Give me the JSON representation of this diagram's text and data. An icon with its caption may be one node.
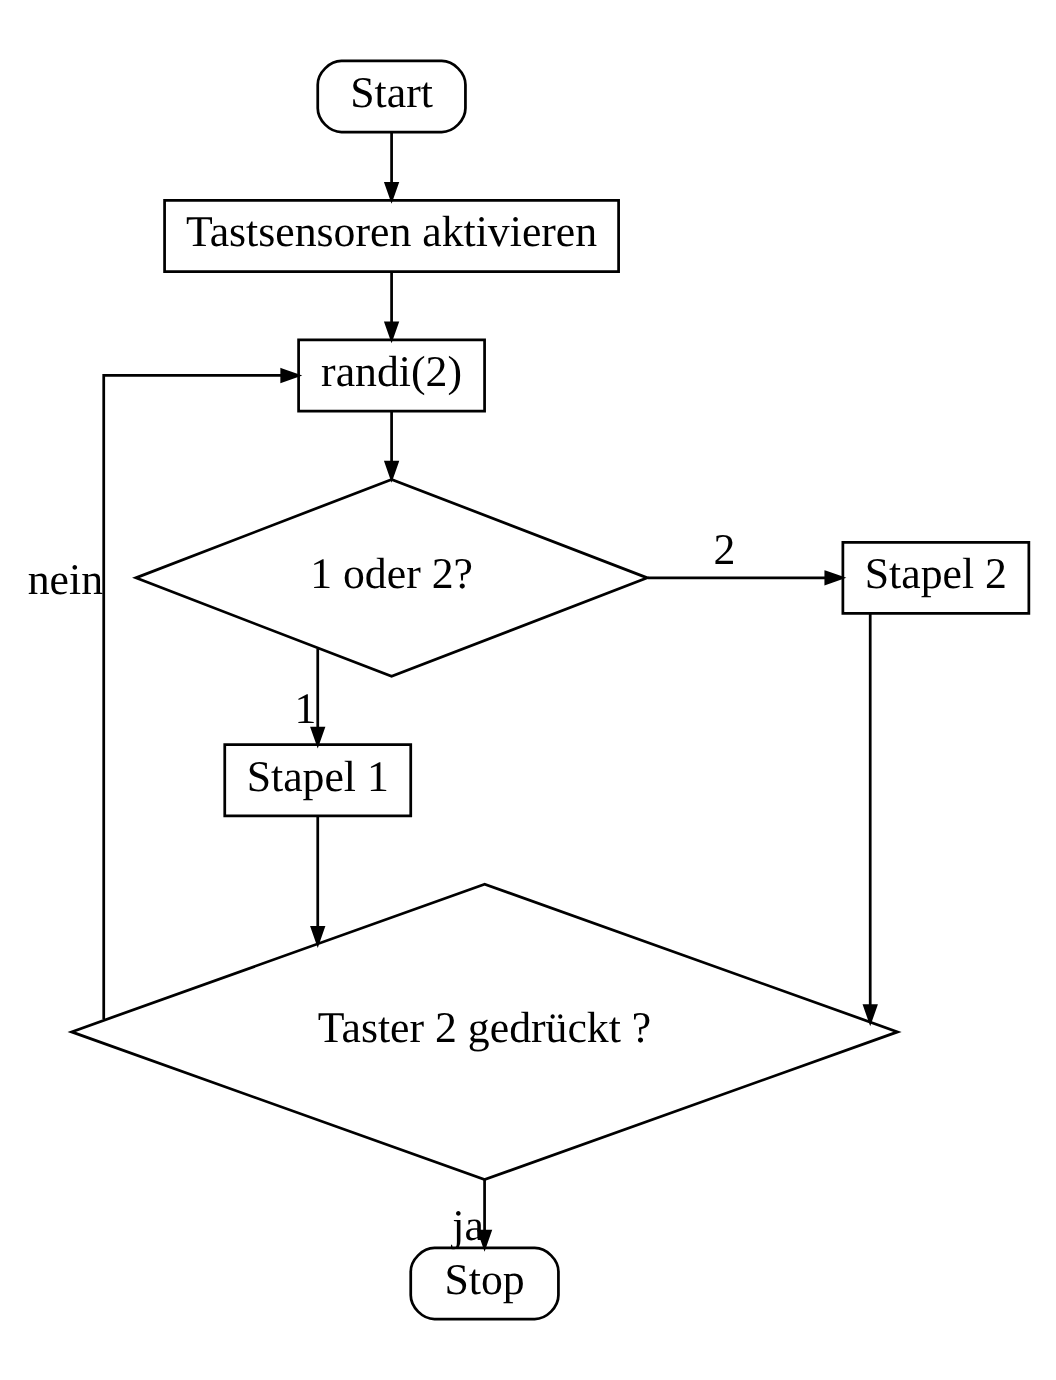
{
  "diagram": {
    "nodes": [
      {
        "text": [
          "Start"
        ]
      },
      {
        "text": [
          "Tastsensoren aktivieren"
        ]
      },
      {
        "text": [
          "randi(2)"
        ]
      },
      {
        "text": [
          "1 oder 2?"
        ]
      },
      {
        "text": [
          "Stapel 2"
        ]
      },
      {
        "text": [
          "Stapel 1"
        ]
      },
      {
        "text": [
          "Taster 2 gedrückt ?"
        ]
      },
      {
        "text": [
          "Stop"
        ]
      }
    ],
    "edges": [
      {
        "from": 0,
        "to": 1,
        "arrow": "to"
      },
      {
        "from": 1,
        "to": 2,
        "arrow": "to"
      },
      {
        "from": 2,
        "to": 3,
        "arrow": "to"
      },
      {
        "from": 3,
        "to": 4,
        "arrow": "to",
        "label": "2"
      },
      {
        "from": 3,
        "to": 5,
        "arrow": "to",
        "label": "1"
      },
      {
        "from": 5,
        "to": 6,
        "arrow": "to"
      },
      {
        "from": 4,
        "to": 6,
        "arrow": "to"
      },
      {
        "from": 6,
        "to": 2,
        "arrow": "to",
        "label": "nein"
      },
      {
        "from": 6,
        "to": 7,
        "arrow": "to",
        "label": "ja"
      }
    ]
  }
}
